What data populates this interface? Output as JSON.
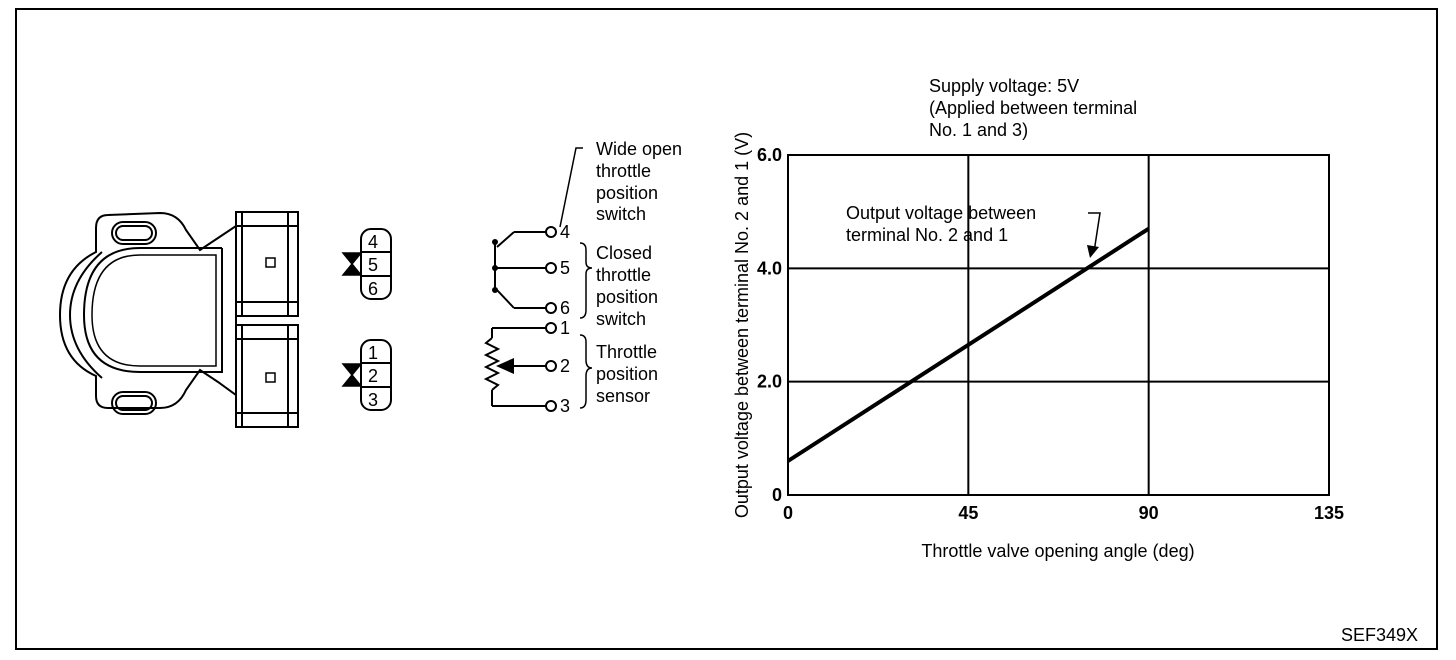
{
  "figure_code": "SEF349X",
  "connector": {
    "upper_pins": [
      "4",
      "5",
      "6"
    ],
    "lower_pins": [
      "1",
      "2",
      "3"
    ]
  },
  "circuit": {
    "terminals": [
      "4",
      "5",
      "6",
      "1",
      "2",
      "3"
    ],
    "labels": {
      "wide_open": [
        "Wide open",
        "throttle",
        "position",
        "switch"
      ],
      "closed": [
        "Closed",
        "throttle",
        "position",
        "switch"
      ],
      "sensor": [
        "Throttle",
        "position",
        "sensor"
      ]
    }
  },
  "chart": {
    "supply_note": [
      "Supply voltage: 5V",
      "(Applied between terminal",
      "No. 1 and 3)"
    ],
    "line_annotation": [
      "Output voltage between",
      "terminal No. 2 and 1"
    ],
    "xlabel": "Throttle valve opening angle (deg)",
    "ylabel": "Output voltage between terminal No. 2 and 1 (V)",
    "x_ticks": [
      "0",
      "45",
      "90",
      "135"
    ],
    "y_ticks": [
      "0",
      "2.0",
      "4.0",
      "6.0"
    ]
  },
  "chart_data": {
    "type": "line",
    "xlim": [
      0,
      135
    ],
    "ylim": [
      0,
      6
    ],
    "grid": true,
    "series": [
      {
        "x": [
          0,
          90
        ],
        "y": [
          0.6,
          4.7
        ]
      }
    ]
  }
}
